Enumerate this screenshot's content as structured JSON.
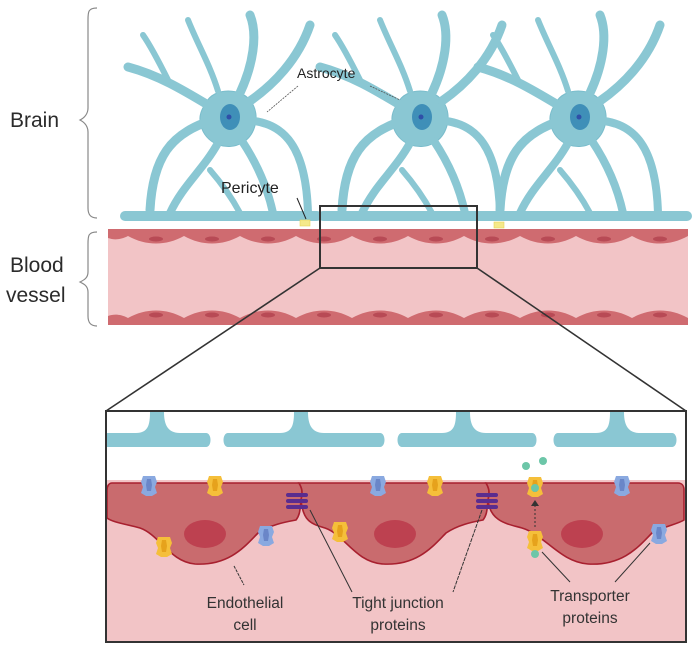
{
  "title": "Blood-brain barrier schematic",
  "regions": {
    "brain": "Brain",
    "blood_vessel_line1": "Blood",
    "blood_vessel_line2": "vessel"
  },
  "labels": {
    "astrocyte": "Astrocyte",
    "pericyte": "Pericyte",
    "endothelial_line1": "Endothelial",
    "endothelial_line2": "cell",
    "tight_junction_line1": "Tight junction",
    "tight_junction_line2": "proteins",
    "transporter_line1": "Transporter",
    "transporter_line2": "proteins"
  },
  "colors": {
    "astrocyte": "#8ac7d3",
    "astrocyte_edge": "#6fb4c3",
    "nucleus": "#3f8fb8",
    "nucleolus": "#2f4fa8",
    "pericyte": "#f5e98a",
    "vessel_lumen": "#f2c4c6",
    "vessel_wall": "#cf6b70",
    "vessel_wall_dark": "#b84a55",
    "endothelial_cell": "#c96b6e",
    "endothelial_edge": "#a8202f",
    "endothelial_nucleus": "#bd4150",
    "tight_junction": "#5a2c8f",
    "transporter_blue": "#8aa9e0",
    "transporter_yellow": "#f5bf3a",
    "solute": "#6cc6a8",
    "frame": "#333333"
  }
}
